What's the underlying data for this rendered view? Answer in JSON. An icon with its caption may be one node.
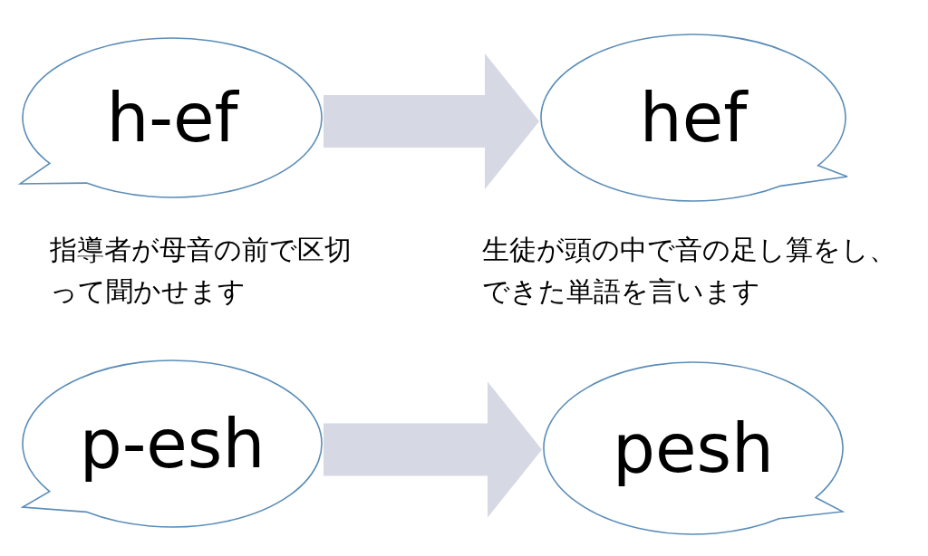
{
  "diagram": {
    "nodes": [
      {
        "text": [
          "h-ef"
        ]
      },
      {
        "text": [
          "hef"
        ]
      },
      {
        "text": [
          "p-esh"
        ]
      },
      {
        "text": [
          "pesh"
        ]
      }
    ],
    "edges": [
      {
        "from": 0,
        "to": 1,
        "arrow": "to"
      },
      {
        "from": 2,
        "to": 3,
        "arrow": "to"
      }
    ],
    "labels": [
      "指導者が母音の前で区切って聞かせます",
      "生徒が頭の中で音の足し算をし、できた単語を言います"
    ]
  }
}
